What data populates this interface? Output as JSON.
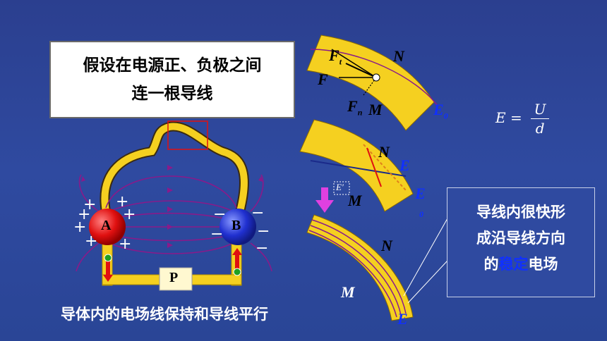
{
  "callout": {
    "line1": "假设在电源正、负极之间",
    "line2": "连一根导线"
  },
  "caption": "导体内的电场线保持和导线平行",
  "note": {
    "line1": "导线内很快形",
    "line2": "成沿导线方向",
    "line3_pre": "的",
    "line3_highlight": "稳定",
    "line3_post": "电场"
  },
  "formula": {
    "lhs": "E",
    "eq": "=",
    "num": "U",
    "den": "d"
  },
  "circuit": {
    "a_label": "A",
    "b_label": "B",
    "p_label": "P",
    "plus": "+",
    "minus": "−"
  },
  "diagram1": {
    "ft": "F",
    "ft_sub": "t",
    "f": "F",
    "fn": "F",
    "fn_sub": "n",
    "m": "M",
    "n": "N",
    "e0": "E",
    "e0_sub": "0"
  },
  "diagram2": {
    "n": "N",
    "m": "M",
    "e": "E",
    "eprime": "E′",
    "e0": "E",
    "e0_sub": "0"
  },
  "diagram3": {
    "n": "N",
    "m": "M",
    "e": "E"
  },
  "colors": {
    "background": "#2f4aa0",
    "wire": "#f5d020",
    "sphere_a": "#e01010",
    "sphere_b": "#2030d0",
    "field_lines": "#8a1a8a",
    "highlight": "#1030ff"
  }
}
